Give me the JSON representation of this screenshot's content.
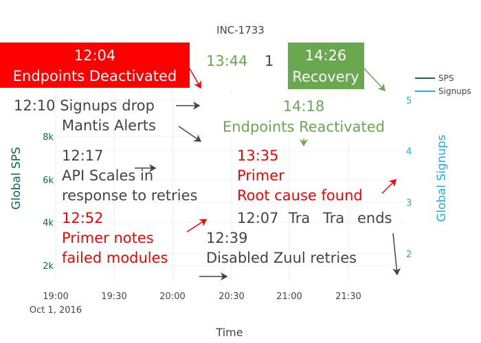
{
  "chart_data": {
    "type": "line",
    "title": "INC-1733",
    "xlabel": "Time",
    "ylabel": "Global SPS",
    "y2label": "Global Signups",
    "xticks": [
      "19:00",
      "19:30",
      "20:00",
      "20:30",
      "21:00",
      "21:30"
    ],
    "xdate": "Oct 1, 2016",
    "yticks": [
      "2k",
      "4k",
      "6k",
      "8k"
    ],
    "y2ticks": [
      "2",
      "3",
      "4",
      "5"
    ],
    "legend_position": "top-right",
    "series": [
      {
        "name": "SPS",
        "color": "#0b6b50",
        "axis": "y",
        "values": []
      },
      {
        "name": "Signups",
        "color": "#1aaff0",
        "axis": "y2",
        "values": []
      }
    ],
    "annotations": [
      {
        "id": "deact",
        "lines": [
          "12:04",
          "Endpoints Deactivated"
        ],
        "color": "#ffffff",
        "bg": "#ff0000"
      },
      {
        "id": "signups",
        "lines": [
          "12:10 Signups drop"
        ],
        "color": "#444444"
      },
      {
        "id": "mantis",
        "lines": [
          "Mantis Alerts"
        ],
        "color": "#444444"
      },
      {
        "id": "api",
        "lines": [
          "12:17",
          "API Scales in",
          "response to retries"
        ],
        "color": "#444444"
      },
      {
        "id": "zuul",
        "lines": [
          "12:39",
          "Disabled Zuul retries"
        ],
        "color": "#444444"
      },
      {
        "id": "trends",
        "lines": [
          "12:07",
          "Tra",
          "Tra",
          "ends",
          "1"
        ],
        "color": "#444444"
      },
      {
        "id": "primer",
        "lines": [
          "12:52",
          "Primer notes",
          "failed modules"
        ],
        "color": "#ff0000"
      },
      {
        "id": "root",
        "lines": [
          "13:35",
          "Primer",
          "Root cause found"
        ],
        "color": "#ff0000"
      },
      {
        "id": "t1344",
        "lines": [
          "13:44"
        ],
        "color": "#6aa84f"
      },
      {
        "id": "react",
        "lines": [
          "14:18",
          "Endpoints Reactivated"
        ],
        "color": "#6aa84f",
        "bg": "#ffffff"
      },
      {
        "id": "recovery",
        "lines": [
          "14:26",
          "Recovery"
        ],
        "color": "#ffffff",
        "bg": "#6aa84f"
      }
    ]
  }
}
